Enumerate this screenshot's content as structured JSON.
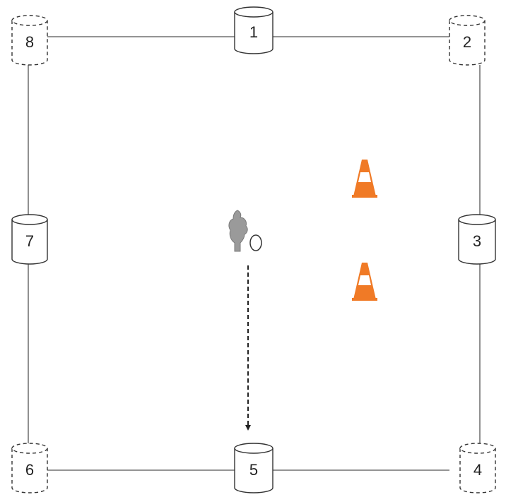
{
  "colors": {
    "line": "#555555",
    "cylinder_stroke": "#333333",
    "cone_orange": "#f07a26",
    "cone_stripe": "#ffffff",
    "player": "#9a9a9a",
    "arrow": "#222222"
  },
  "stations": [
    {
      "id": "1",
      "label": "1",
      "style": "solid"
    },
    {
      "id": "2",
      "label": "2",
      "style": "dashed"
    },
    {
      "id": "3",
      "label": "3",
      "style": "solid"
    },
    {
      "id": "4",
      "label": "4",
      "style": "dashed"
    },
    {
      "id": "5",
      "label": "5",
      "style": "solid"
    },
    {
      "id": "6",
      "label": "6",
      "style": "dashed"
    },
    {
      "id": "7",
      "label": "7",
      "style": "solid"
    },
    {
      "id": "8",
      "label": "8",
      "style": "dashed"
    }
  ],
  "cones": [
    {
      "icon": "traffic-cone-icon"
    },
    {
      "icon": "traffic-cone-icon"
    }
  ],
  "player": {
    "icon": "player-icon"
  },
  "ball": {
    "icon": "ball-icon"
  },
  "movement": {
    "style": "dashed-arrow",
    "from": "player",
    "to": "5"
  }
}
